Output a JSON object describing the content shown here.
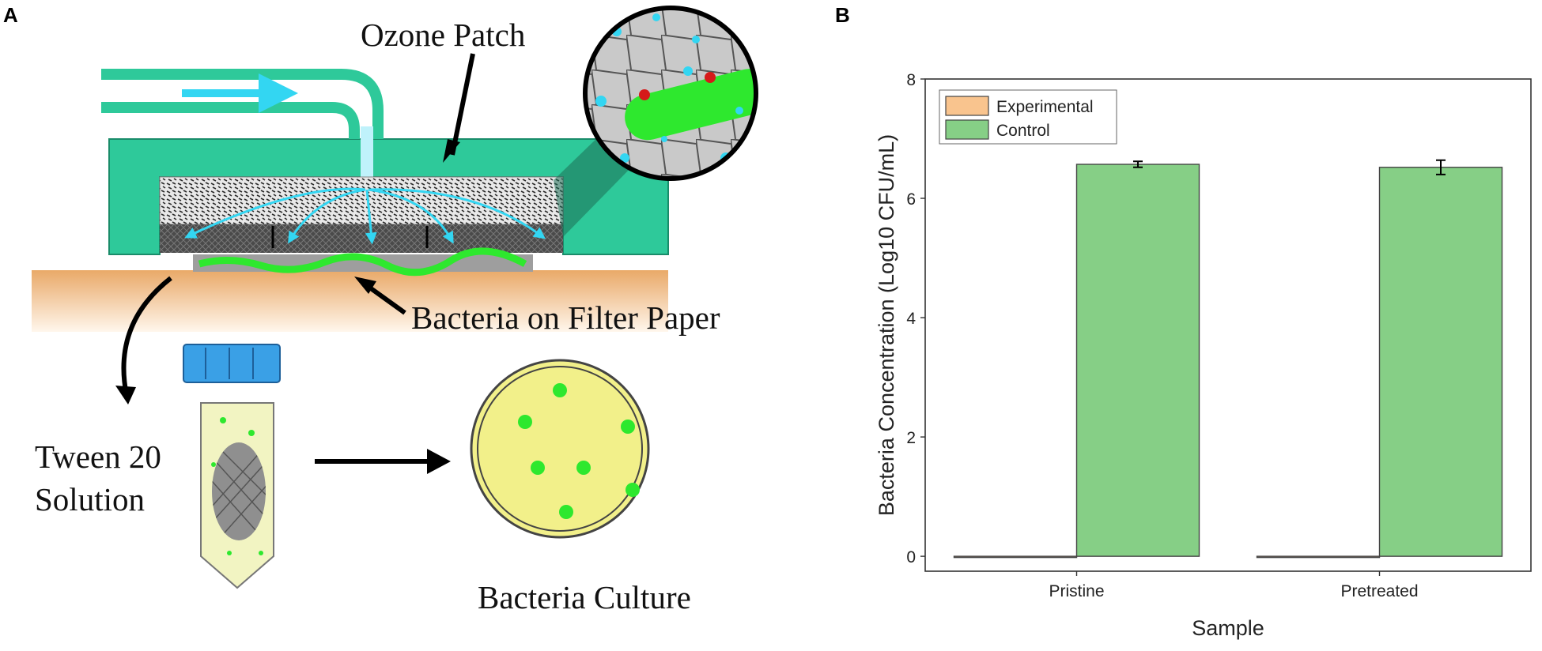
{
  "panel_a": {
    "letter": "A",
    "labels": {
      "ozone_patch": "Ozone Patch",
      "bacteria_on_filter": "Bacteria on Filter Paper",
      "tween_line1": "Tween 20",
      "tween_line2": "Solution",
      "bacteria_culture": "Bacteria Culture"
    },
    "colors": {
      "patch_body": "#2ec99a",
      "ozone_flow": "#33d6f2",
      "skin": "#f2b878",
      "bacteria": "#2ee82e",
      "plate": "#f2f08a",
      "cap": "#3aa0e6"
    }
  },
  "panel_b": {
    "letter": "B"
  },
  "chart_data": {
    "type": "bar",
    "title": "",
    "xlabel": "Sample",
    "ylabel": "Bacteria Concentration (Log10 CFU/mL)",
    "categories": [
      "Pristine",
      "Pretreated"
    ],
    "series": [
      {
        "name": "Experimental",
        "values": [
          0,
          0
        ],
        "errors": [
          0,
          0
        ],
        "color": "#f9c48e"
      },
      {
        "name": "Control",
        "values": [
          6.57,
          6.52
        ],
        "errors": [
          0.05,
          0.12
        ],
        "color": "#86cf86"
      }
    ],
    "ylim": [
      -0.25,
      8
    ],
    "yticks": [
      0,
      2,
      4,
      6,
      8
    ],
    "legend": "top-left",
    "grid": false
  }
}
